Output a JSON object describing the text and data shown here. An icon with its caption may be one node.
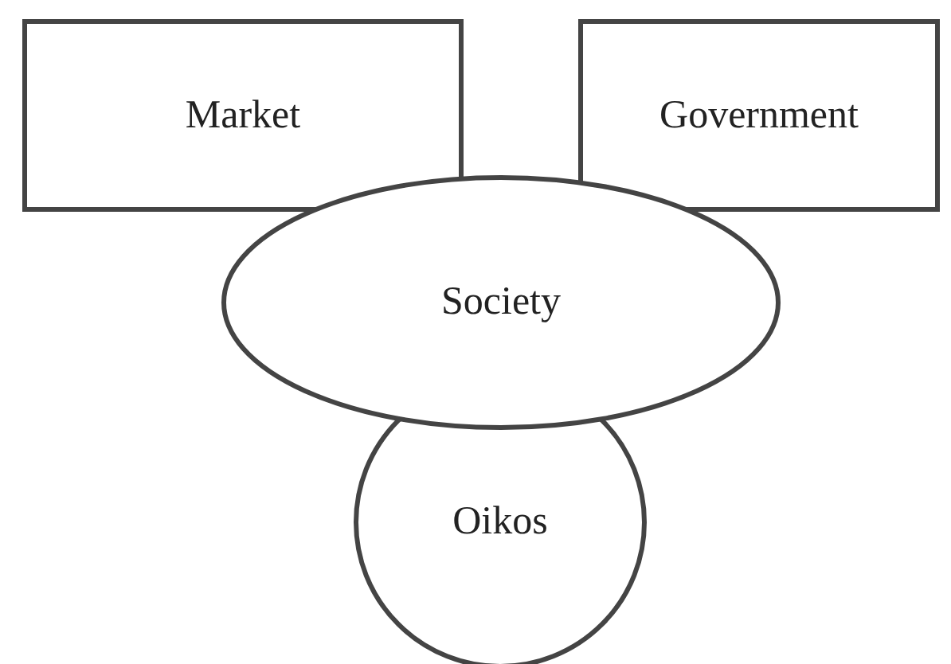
{
  "diagram": {
    "nodes": [
      {
        "text": [
          "Market"
        ]
      },
      {
        "text": [
          "Government"
        ]
      },
      {
        "text": [
          "Society"
        ]
      },
      {
        "text": [
          "Oikos"
        ]
      }
    ]
  }
}
